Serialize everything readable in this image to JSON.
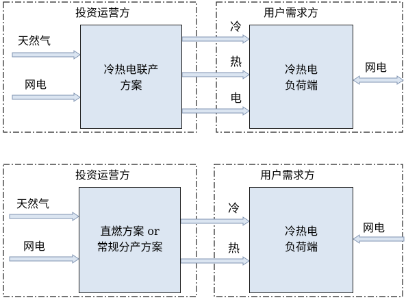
{
  "top": {
    "investor_title": "投资运营方",
    "user_title": "用户需求方",
    "inputs": [
      "天然气",
      "网电"
    ],
    "system_lines": [
      "冷热电联产",
      "方案"
    ],
    "outputs": [
      "冷",
      "热",
      "电"
    ],
    "load_lines": [
      "冷热电",
      "负荷端"
    ],
    "grid_label": "网电"
  },
  "bottom": {
    "investor_title": "投资运营方",
    "user_title": "用户需求方",
    "inputs": [
      "天然气",
      "网电"
    ],
    "system_lines": [
      "直燃方案 or",
      "常规分产方案"
    ],
    "outputs": [
      "冷",
      "热"
    ],
    "load_lines": [
      "冷热电",
      "负荷端"
    ],
    "grid_label": "网电"
  },
  "colors": {
    "box_fill": "#dce6f2",
    "arrow_fill": "#dbe5f1",
    "arrow_stroke": "#7f93b1"
  }
}
